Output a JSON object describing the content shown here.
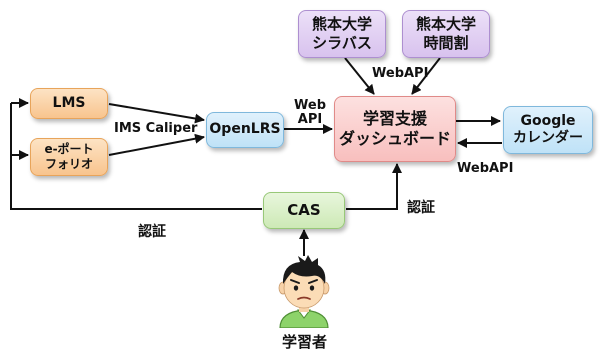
{
  "nodes": {
    "lms": "LMS",
    "eportfolio": [
      "e-ポート",
      "フォリオ"
    ],
    "openlrs": "OpenLRS",
    "dashboard": [
      "学習支援",
      "ダッシュボード"
    ],
    "syllabus": [
      "熊本大学",
      "シラバス"
    ],
    "timetable": [
      "熊本大学",
      "時間割"
    ],
    "google": [
      "Google",
      "カレンダー"
    ],
    "cas": "CAS"
  },
  "labels": {
    "ims_caliper": "IMS Caliper",
    "web_api_top": "WebAPI",
    "web_api_left": [
      "Web",
      "API"
    ],
    "web_api_right": "WebAPI",
    "auth_left": "認証",
    "auth_right": "認証",
    "learner": "学習者"
  },
  "colors": {
    "orange": "#f8c48e",
    "purple": "#d8c2ee",
    "blue": "#bfe2f7",
    "pink": "#f8bfbe",
    "green": "#cde9b6"
  }
}
